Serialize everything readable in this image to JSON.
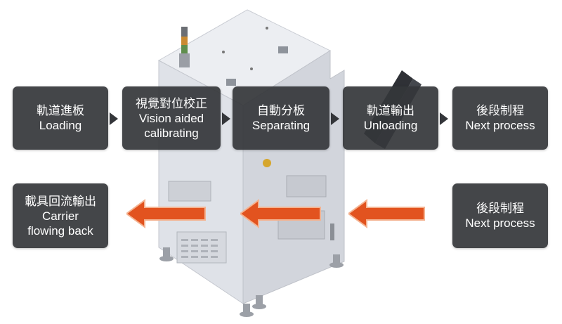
{
  "flow_top": [
    {
      "zh": "軌道進板",
      "en": "Loading"
    },
    {
      "zh": "視覺對位校正",
      "en1": "Vision aided",
      "en2": "calibrating"
    },
    {
      "zh": "自動分板",
      "en": "Separating"
    },
    {
      "zh": "軌道輸出",
      "en": "Unloading"
    },
    {
      "zh": "後段制程",
      "en": "Next process"
    }
  ],
  "flow_bottom": [
    {
      "zh": "載具回流輸出",
      "en1": "Carrier",
      "en2": "flowing back"
    },
    {
      "zh": "後段制程",
      "en": "Next process"
    }
  ],
  "colors": {
    "box": "#34363a",
    "arrow_orange": "#e2531f",
    "machine_body": "#e3e5ea"
  }
}
